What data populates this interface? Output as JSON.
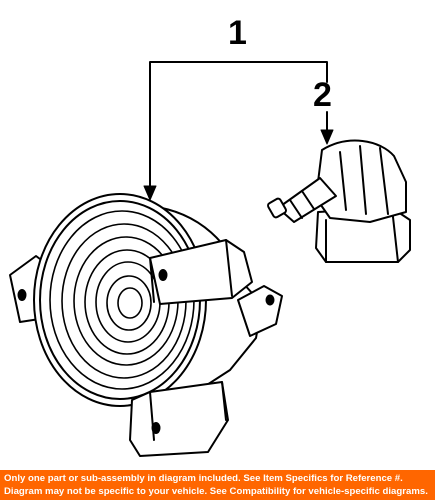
{
  "callouts": {
    "assembly": "1",
    "bulb": "2"
  },
  "footer": {
    "line1": "Only one part or sub-assembly in diagram included. See Item Specifics for Reference #.",
    "line2": "Diagram may not be specific to your vehicle. See Compatibility for vehicle-specific diagrams."
  },
  "colors": {
    "footer_bg": "#ff6600",
    "footer_text": "#ffffff",
    "line_art": "#000000"
  }
}
